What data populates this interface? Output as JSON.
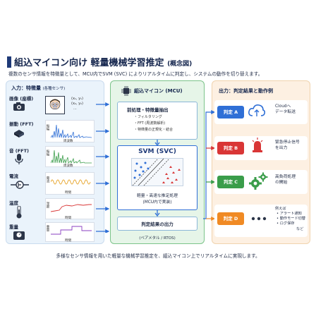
{
  "header": {
    "title": "組込マイコン向け 軽量機械学習推定",
    "title_note": "(概念図)",
    "subtitle": "複数のセンサ情報を特徴量として、MCU内でSVM (SVC) によりリアルタイムに判定し、システムの動作を切り替えます。"
  },
  "input_panel": {
    "heading": "入力：特徴量",
    "heading_note": "(各種センサ)",
    "sensors": [
      {
        "label": "画像 (座標)",
        "icon": "camera-icon",
        "coords": [
          "(x₁, y₁)",
          "(x₂, y₂)",
          "..."
        ]
      },
      {
        "label": "振動 (FFT)",
        "icon": "vibration-sensor-icon",
        "axis_y": "振幅",
        "axis_x": "周波数"
      },
      {
        "label": "音 (FFT)",
        "icon": "microphone-icon",
        "axis_y": "振幅",
        "axis_x": "周波数"
      },
      {
        "label": "電流",
        "icon": "current-sensor-icon",
        "axis_y": "電流",
        "axis_x": "時間"
      },
      {
        "label": "温度",
        "icon": "thermometer-icon",
        "axis_y": "温度",
        "axis_x": "時間"
      },
      {
        "label": "重量",
        "icon": "scale-icon",
        "axis_y": "重量",
        "axis_x": "時間"
      }
    ]
  },
  "mcu_panel": {
    "heading": "組込マイコン (MCU)",
    "preprocess_title": "前処理・特徴量抽出",
    "preprocess_items": [
      "・フィルタリング",
      "・FFT (周波数解析)",
      "・特徴量の正規化・結合"
    ],
    "svm_title": "SVM (SVC)",
    "svm_caption_1": "軽量・高速な推定処理",
    "svm_caption_2": "(MCU内で実装)",
    "output_title": "判定結果の出力",
    "footer": "(ベアメタル / RTOS)"
  },
  "output_panel": {
    "heading": "出力：判定結果と動作例",
    "items": [
      {
        "judge": "判定 A",
        "color": "#2f6fd6",
        "icon": "cloud-upload-icon",
        "lines": [
          "Cloudへ",
          "データ転送"
        ]
      },
      {
        "judge": "判定 B",
        "color": "#d93636",
        "icon": "alarm-light-icon",
        "lines": [
          "緊急停止信号",
          "を出力"
        ]
      },
      {
        "judge": "判定 C",
        "color": "#3a9d4a",
        "icon": "gears-icon",
        "lines": [
          "高負荷処理",
          "の開始"
        ]
      },
      {
        "judge": "判定 D",
        "color": "#f08a24",
        "icon": "more-icon",
        "lines": [
          "例えば",
          "• アラート通知",
          "• 動作モード切替",
          "• ログ保存",
          "など"
        ]
      }
    ]
  },
  "footer": {
    "text": "多様なセンサ情報を用いた軽量な機械学習推定を、組込マイコン上でリアルタイムに実現します。"
  }
}
